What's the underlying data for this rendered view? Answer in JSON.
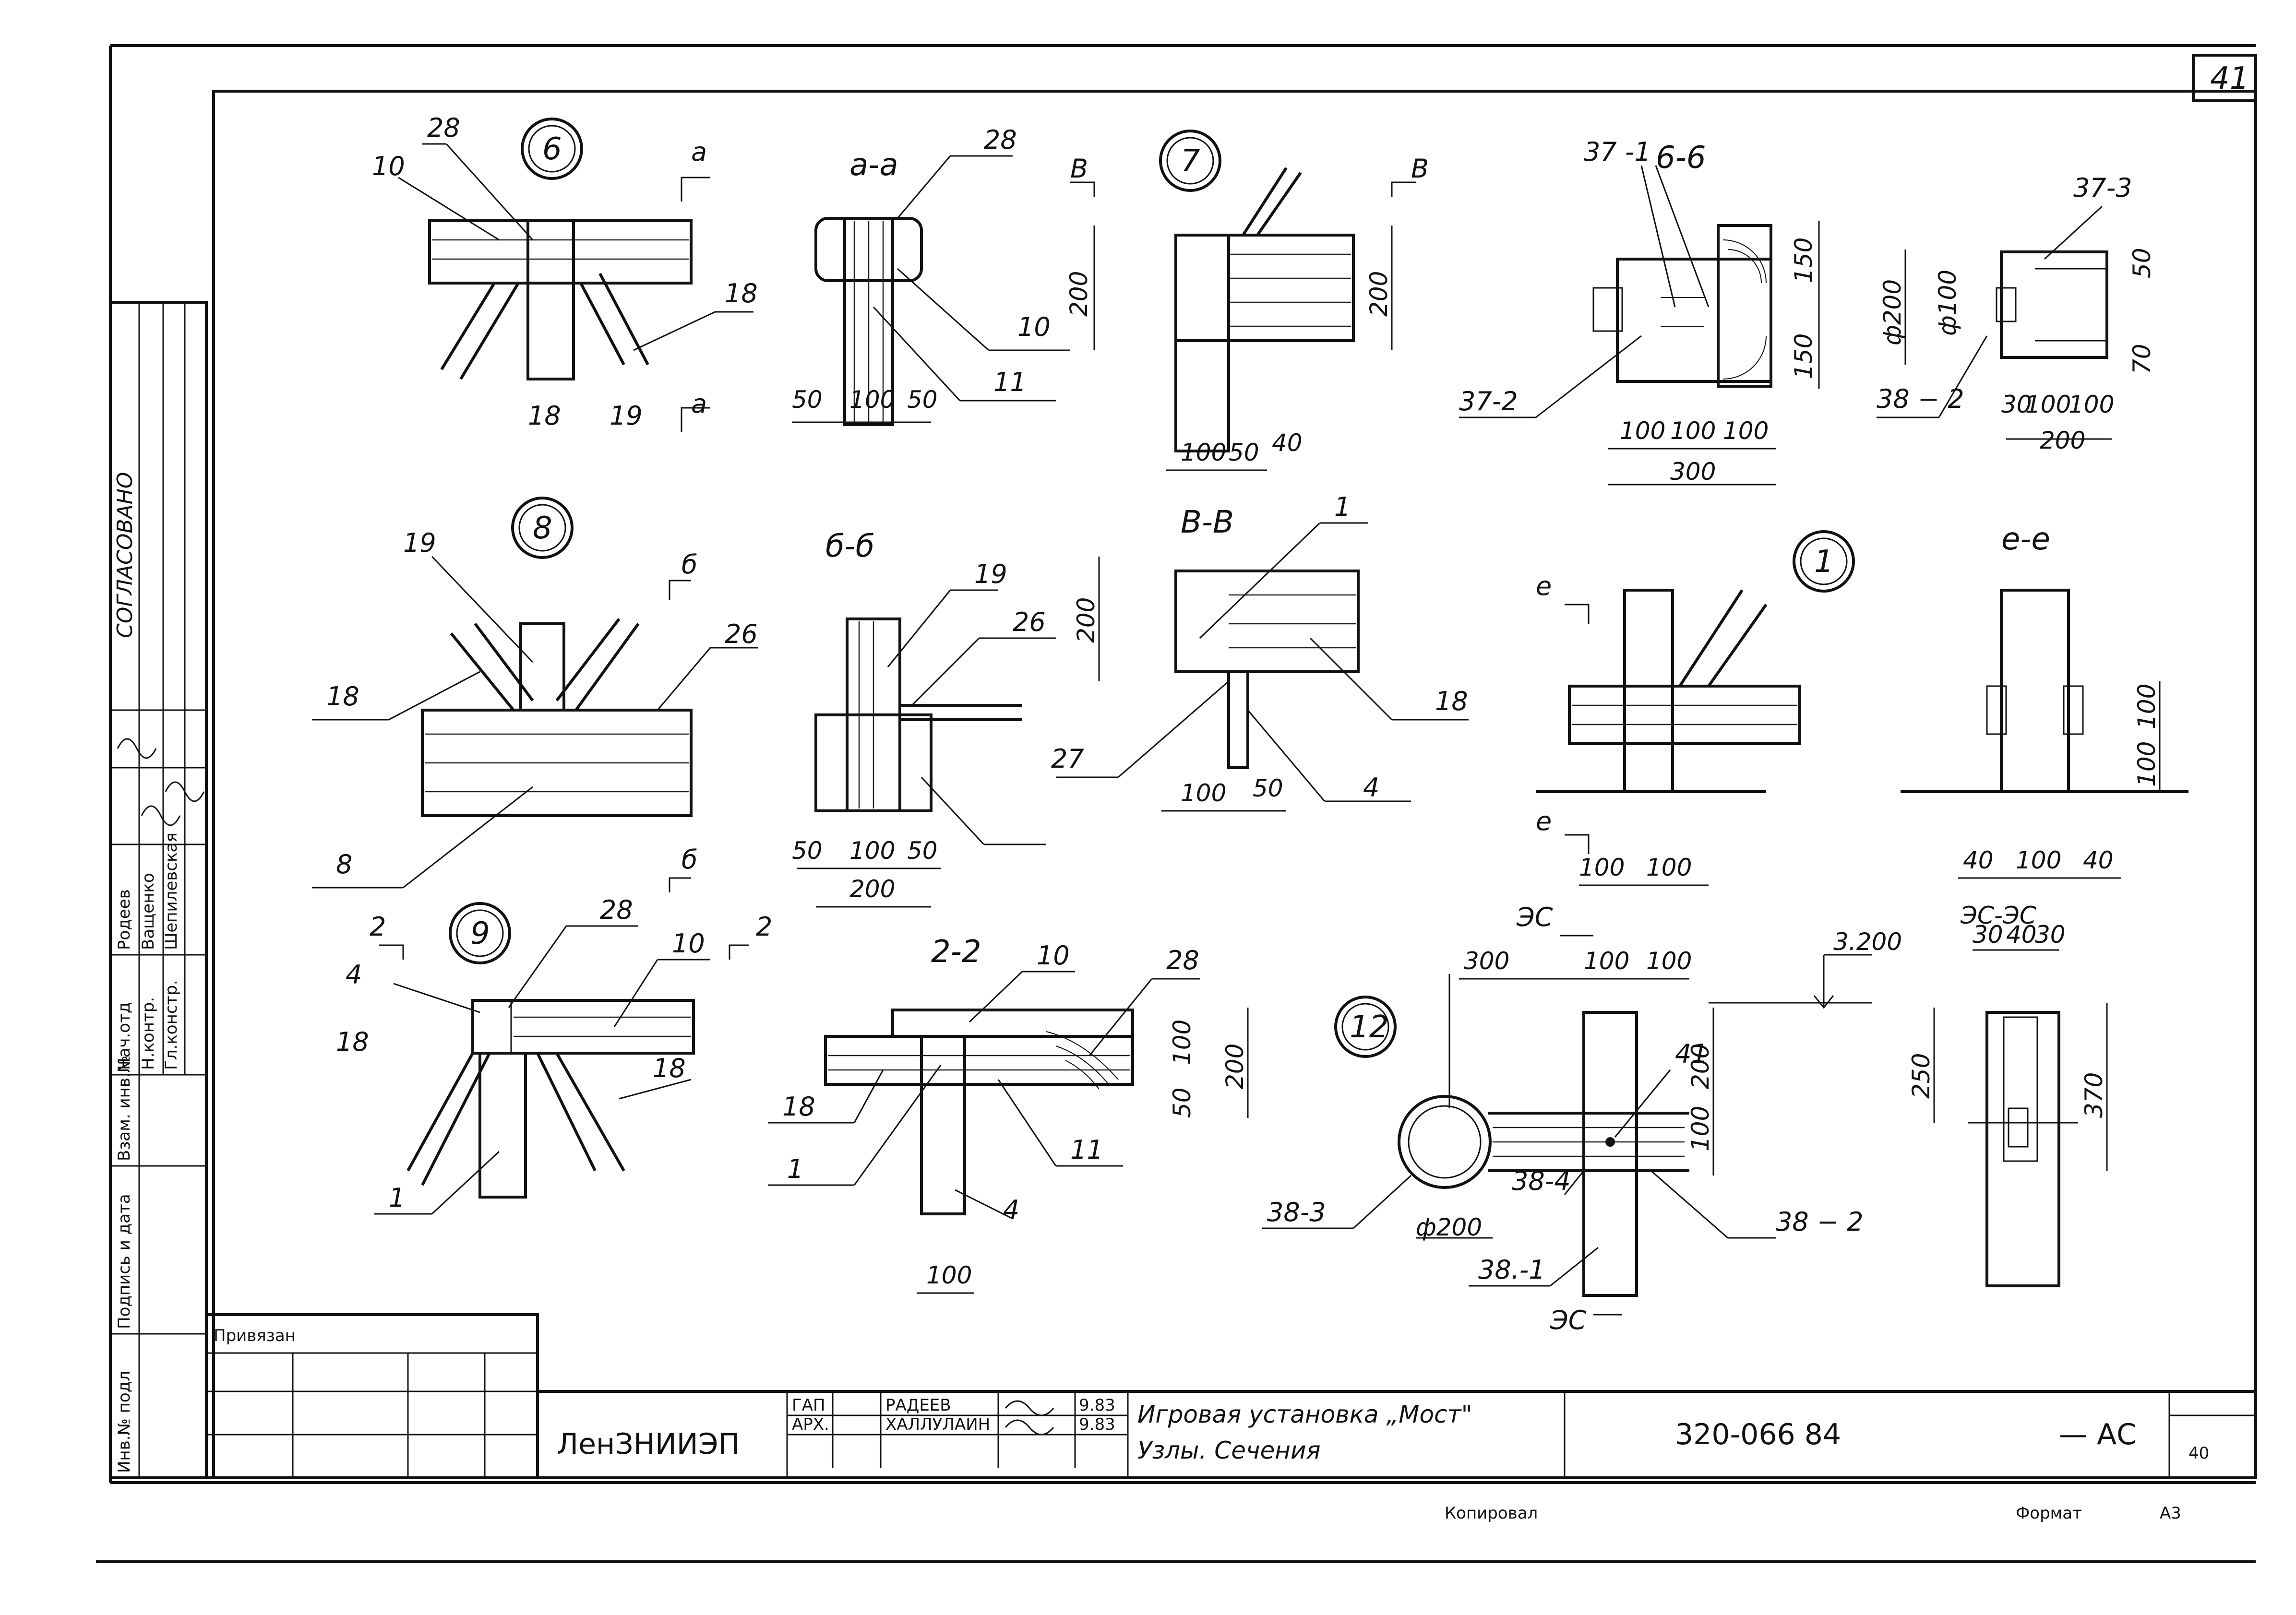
{
  "sheet": {
    "number": "41",
    "approval_label": "СОГЛАСОВАНО",
    "bound_label": "Привязан",
    "org": "ЛенЗНИИЭП",
    "title_line1": "Игровая установка „Мост\"",
    "title_line2": "Узлы. Сечения",
    "doc_code": "320-066 84",
    "doc_mark": "— АС",
    "sheet_small": "40",
    "footer_copied": "Копировал",
    "footer_format": "Формат",
    "footer_format_val": "А3"
  },
  "side_stamp": {
    "cols": [
      "Нач.отд",
      "Н.контр.",
      "Гл.констр."
    ],
    "names": [
      "Родеев",
      "Ващенко",
      "Шепилевская"
    ],
    "fields": [
      "Инв.№ подл",
      "Подпись и дата",
      "Взам. инв.№"
    ]
  },
  "title_block": {
    "role1": "ГАП",
    "name1": "РАДЕЕВ",
    "role2": "АРХ.",
    "name2": "ХАЛЛУЛАИН",
    "date1": "9.83",
    "date2": "9.83"
  },
  "nodes": {
    "n6": "6",
    "n7": "7",
    "n8": "8",
    "n9": "9",
    "n1": "1",
    "n12": "12"
  },
  "sections": {
    "aa": "а-а",
    "bb": "б-б",
    "vv": "В-В",
    "gg": "2-2",
    "bb6": "6-6",
    "ee": "е-е",
    "zz": "ЭС-ЭС"
  },
  "labels": {
    "p28": "28",
    "p10": "10",
    "p18": "18",
    "p19": "19",
    "p11": "11",
    "p26": "26",
    "p8": "8",
    "p1": "1",
    "p4": "4",
    "p27": "27",
    "p37_1": "37 -1",
    "p37_2": "37-2",
    "p37_3": "37-3",
    "p38_1": "38.-1",
    "p38_2": "38 − 2",
    "p38_3": "38-3",
    "p38_4": "38-4",
    "p41": "41",
    "sec_a": "а",
    "sec_b": "б",
    "sec_v": "В",
    "sec_g": "2",
    "sec_e": "е",
    "sec_z": "ЭС",
    "elev": "3.200"
  },
  "dims": {
    "d50": "50",
    "d100": "100",
    "d200": "200",
    "d150": "150",
    "d300": "300",
    "d40": "40",
    "d30": "30",
    "d70": "70",
    "d250": "250",
    "d370": "370",
    "phi200": "ф200",
    "phi100": "ф100"
  }
}
